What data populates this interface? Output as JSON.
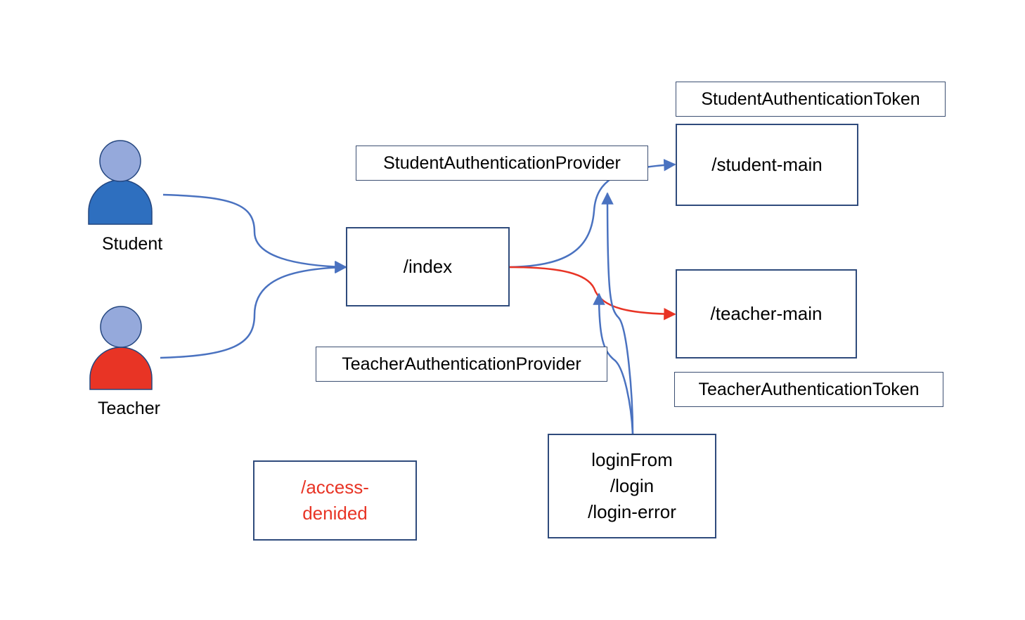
{
  "actors": {
    "student": {
      "label": "Student",
      "color": "#2e6fbf",
      "head_color": "#95a9db"
    },
    "teacher": {
      "label": "Teacher",
      "color": "#e83425",
      "head_color": "#95a9db"
    }
  },
  "nodes": {
    "index": "/index",
    "student_main": "/student-main",
    "teacher_main": "/teacher-main",
    "access_denied": {
      "line1": "/access-",
      "line2": "denided",
      "color": "#e83425"
    },
    "login": {
      "line1": "loginFrom",
      "line2": "/login",
      "line3": "/login-error"
    }
  },
  "labels": {
    "student_provider": "StudentAuthenticationProvider",
    "teacher_provider": "TeacherAuthenticationProvider",
    "student_token": "StudentAuthenticationToken",
    "teacher_token": "TeacherAuthenticationToken"
  },
  "colors": {
    "flow_blue": "#4a72c0",
    "flow_red": "#e83425",
    "box_border": "#2f4b7c"
  }
}
